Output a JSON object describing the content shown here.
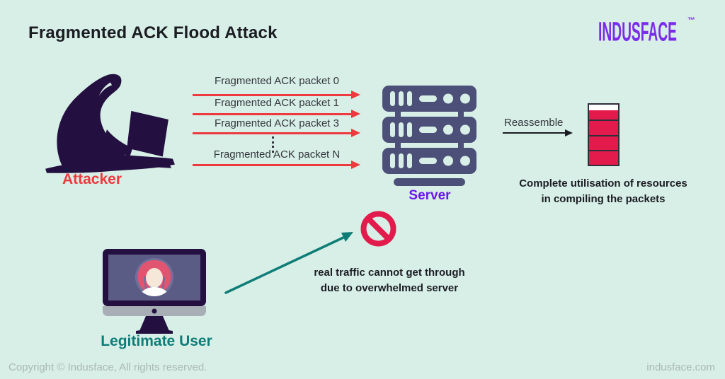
{
  "colors": {
    "bg": "#d7efe6",
    "ink": "#1b1c22",
    "label": "#35363d",
    "red": "#ee393e",
    "crimson": "#e31b4c",
    "stack-border": "#2e2e3c",
    "purple": "#7b2cea",
    "server-purple": "#6b16f2",
    "slate": "#4c5078",
    "dark": "#231040",
    "teal": "#0e7d77",
    "gray": "#a9bab4",
    "monitor-screen": "#5a5c86",
    "monitor-circle": "#6f719b",
    "hair": "#e25570",
    "skin": "#f6e8d8",
    "silver": "#a8aeb5",
    "white": "#ffffff"
  },
  "header": {
    "title": "Fragmented ACK Flood Attack",
    "logo": "INDUSFACE",
    "logo_tm": "™"
  },
  "attacker": {
    "label": "Attacker"
  },
  "packets": {
    "labels": [
      "Fragmented ACK packet 0",
      "Fragmented ACK packet 1",
      "Fragmented ACK packet 3",
      "Fragmented ACK packet N"
    ]
  },
  "server": {
    "label": "Server"
  },
  "reassemble": {
    "label": "Reassemble",
    "caption_line1": "Complete utilisation of resources",
    "caption_line2": "in compiling the packets"
  },
  "blocked": {
    "caption_line1": "real traffic cannot get through",
    "caption_line2": "due to overwhelmed server"
  },
  "user": {
    "label": "Legitimate User"
  },
  "footer": {
    "copyright": "Copyright © Indusface, All rights reserved.",
    "site": "indusface.com"
  }
}
